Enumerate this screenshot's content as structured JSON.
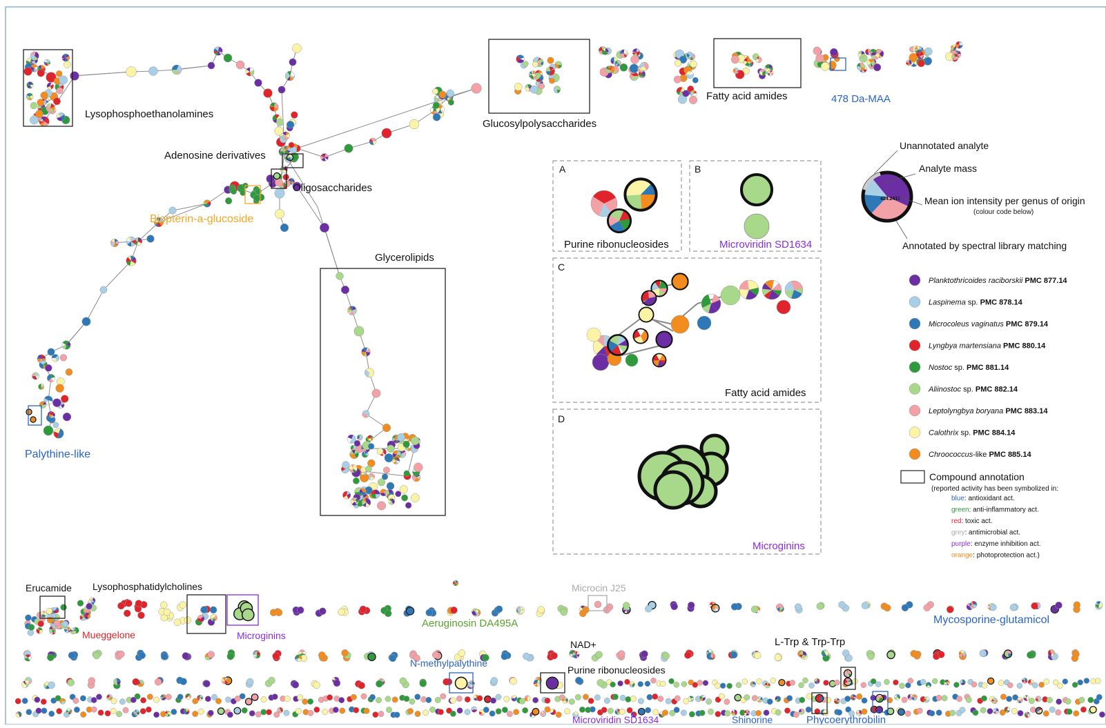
{
  "genera": [
    {
      "key": "pla",
      "color": "#6b2fa3",
      "italic": "Planktothricoides raciborskii",
      "bold": "PMC 877.14"
    },
    {
      "key": "las",
      "color": "#a9cfe6",
      "italic": "Laspinema",
      "plain": " sp. ",
      "bold": "PMC 878.14"
    },
    {
      "key": "mic",
      "color": "#2e78b8",
      "italic": "Microcoleus vaginatus",
      "bold": "PMC 879.14"
    },
    {
      "key": "lyn",
      "color": "#e0242b",
      "italic": "Lyngbya martensiana",
      "bold": "PMC 880.14"
    },
    {
      "key": "nos",
      "color": "#2f9a3c",
      "italic": "Nostoc",
      "plain": " sp. ",
      "bold": "PMC 881.14"
    },
    {
      "key": "ali",
      "color": "#a8d88a",
      "italic": "Aliinostoc",
      "plain": " sp. ",
      "bold": "PMC 882.14"
    },
    {
      "key": "lep",
      "color": "#f2a1a6",
      "italic": "Leptolyngbya boryana",
      "bold": "PMC 883.14"
    },
    {
      "key": "cal",
      "color": "#fbf4a6",
      "italic": "Calothrix",
      "plain": " sp. ",
      "bold": "PMC 884.14"
    },
    {
      "key": "chr",
      "color": "#f28c1e",
      "italic": "Chroococcus",
      "plain": "-like ",
      "bold": "PMC 885.14"
    }
  ],
  "network_labels": {
    "lysophosphoethanolamines": "Lysophosphoethanolamines",
    "adenosine": "Adenosine derivatives",
    "oligosaccharides": "Oligosaccharides",
    "biopterin": "Biopterin-a-glucoside",
    "glycerolipids": "Glycerolipids",
    "palythine": "Palythine-like",
    "glucosyl": "Glucosylpolysaccharides",
    "fatty_top": "Fatty acid amides",
    "maa": "478 Da-MAA"
  },
  "panels": {
    "a_letter": "A",
    "a_label": "Purine ribonucleosides",
    "b_letter": "B",
    "b_label": "Microviridin SD1634",
    "c_letter": "C",
    "c_label": "Fatty acid amides",
    "d_letter": "D",
    "d_label": "Microginins"
  },
  "legend": {
    "unannotated": "Unannotated analyte",
    "mass": "Analyte mass",
    "mean_intensity": "Mean ion intensity per genus of origin",
    "colour_code": "(colour code below)",
    "annotated": "Annotated by spectral library matching",
    "node_mass": "424.2417",
    "compound": "Compound annotation",
    "activity_intro": "(reported activity has been symbolized in:",
    "activities": [
      {
        "key": "blue",
        "color": "#2a63c9",
        "text": ": antioxidant act."
      },
      {
        "key": "green",
        "color": "#2f9a3c",
        "text": ": anti-inflammatory act."
      },
      {
        "key": "red",
        "color": "#e0242b",
        "text": ": toxic act."
      },
      {
        "key": "grey",
        "color": "#aaaaaa",
        "text": ": antimicrobial act."
      },
      {
        "key": "purple",
        "color": "#8a2be2",
        "text": ": enzyme inhibition act."
      },
      {
        "key": "orange",
        "color": "#f28c1e",
        "text": ": photoprotection act.)"
      }
    ]
  },
  "bottom_labels": {
    "erucamide": "Erucamide",
    "lysophosphatidyl": "Lysophosphatidylcholines",
    "mueggelone": "Mueggelone",
    "microginins": "Microginins",
    "aeruginosin": "Aeruginosin DA495A",
    "microcin": "Microcin J25",
    "mycosporine": "Mycosporine-glutamicol",
    "nad": "NAD+",
    "ltrp": "L-Trp & Trp-Trp",
    "nmethyl": "N-methylpalythine",
    "purine": "Purine ribonucleosides",
    "microviridin": "Microviridin SD1634",
    "shinorine": "Shinorine",
    "phyco": "Phycoerythrobilin"
  },
  "colors": {
    "blue_label": "#2a63c9",
    "orange_label": "#f5a623",
    "purple_label": "#8a2be2",
    "red_label": "#e0242b",
    "green_label": "#5aa02c",
    "grey_label": "#aaaaaa"
  }
}
